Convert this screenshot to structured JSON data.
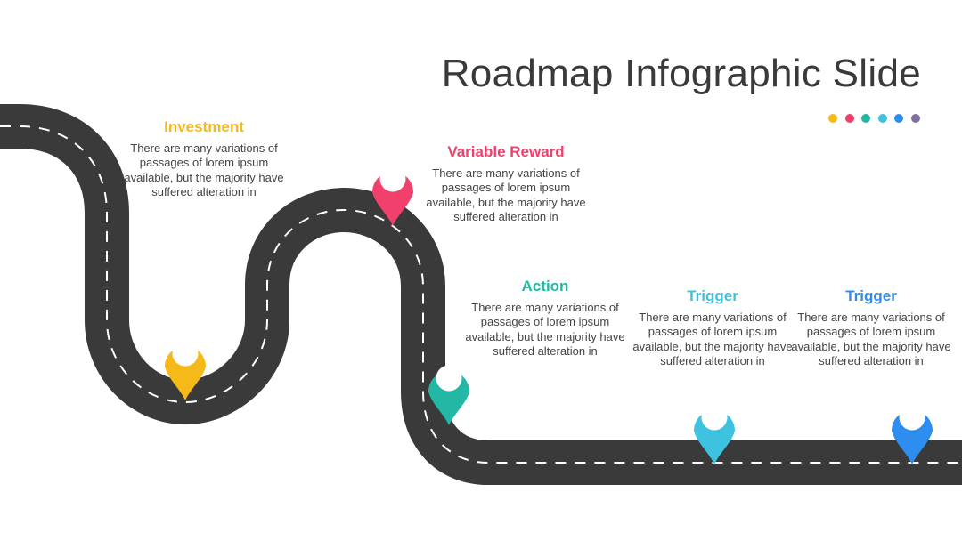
{
  "title": "Roadmap Infographic Slide",
  "colors": {
    "road": "#3a3a3a",
    "dash": "#ffffff",
    "text": "#444444"
  },
  "palette_dots": [
    "#f6b91a",
    "#f0406b",
    "#22b8a5",
    "#3dc3e0",
    "#2d8ef0",
    "#7e6f9c"
  ],
  "milestones": [
    {
      "title": "Investment",
      "color": "#f6b91a",
      "description": "There are many variations of passages of lorem ipsum available, but the majority have suffered alteration in"
    },
    {
      "title": "Variable Reward",
      "color": "#f0406b",
      "description": "There are many variations of passages of lorem ipsum available, but the majority have suffered alteration in"
    },
    {
      "title": "Action",
      "color": "#22b8a5",
      "description": "There are many variations of passages of lorem ipsum available, but the majority have suffered alteration in"
    },
    {
      "title": "Trigger",
      "color": "#3dc3e0",
      "description": "There are many variations of passages of lorem ipsum available, but the majority have suffered alteration in"
    },
    {
      "title": "Trigger",
      "color": "#2d8ef0",
      "description": "There are many variations of passages of lorem ipsum available, but the majority have suffered alteration in"
    }
  ]
}
